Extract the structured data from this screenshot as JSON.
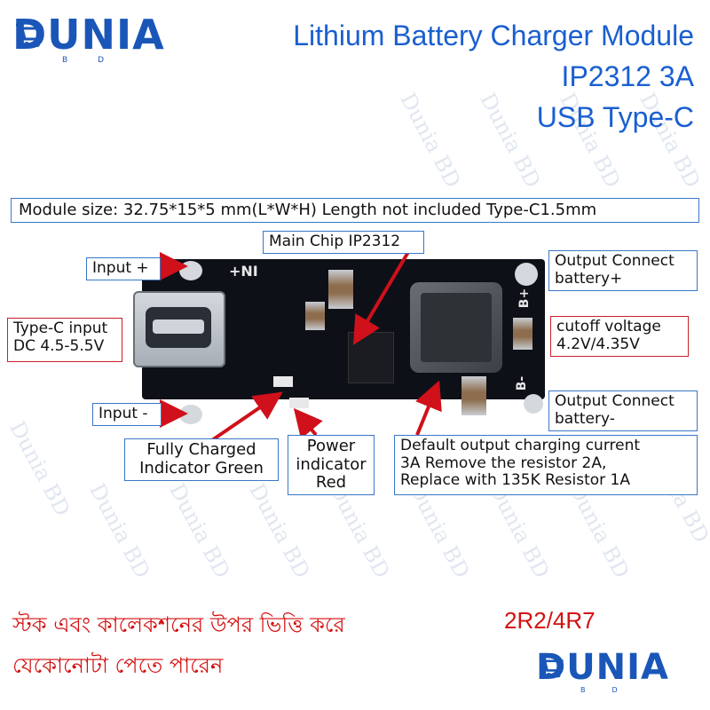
{
  "logo": {
    "main": "DUNIA",
    "sub": "BD"
  },
  "title": [
    "Lithium Battery Charger Module",
    "IP2312 3A",
    "USB Type-C"
  ],
  "module_size": "Module size:  32.75*15*5 mm(L*W*H) Length not included Type-C1.5mm",
  "labels": {
    "main_chip": "Main Chip IP2312",
    "input_plus": "Input +",
    "input_minus": "Input -",
    "typec_line1": "Type-C input",
    "typec_line2": "DC 4.5-5.5V",
    "out_pos_line1": "Output Connect",
    "out_pos_line2": "battery+",
    "cutoff_line1": "cutoff voltage",
    "cutoff_line2": "4.2V/4.35V",
    "out_neg_line1": "Output Connect",
    "out_neg_line2": "battery-",
    "fully_line1": "Fully Charged",
    "fully_line2": "Indicator Green",
    "power_line1": "Power",
    "power_line2": "indicator",
    "power_line3": "Red",
    "default_line1": "Default output charging current",
    "default_line2": "3A Remove the resistor 2A,",
    "default_line3": "Replace with 135K Resistor 1A"
  },
  "board_silk": {
    "ni": "+NI",
    "bplus": "B+",
    "bminus": "B-"
  },
  "bottom": {
    "bengali_line1": "স্টক এবং কালেকশনের উপর ভিত্তি করে",
    "code": "2R2/4R7",
    "bengali_line2": "যেকোনোটা পেতে পারেন"
  },
  "watermark": "Dunia BD",
  "colors": {
    "brand_blue": "#1a56b8",
    "title_blue": "#1a5fd0",
    "callout_border": "#3a76c8",
    "callout_red_border": "#c8202a",
    "arrow_red": "#d0101a",
    "text_red": "#d41010"
  }
}
